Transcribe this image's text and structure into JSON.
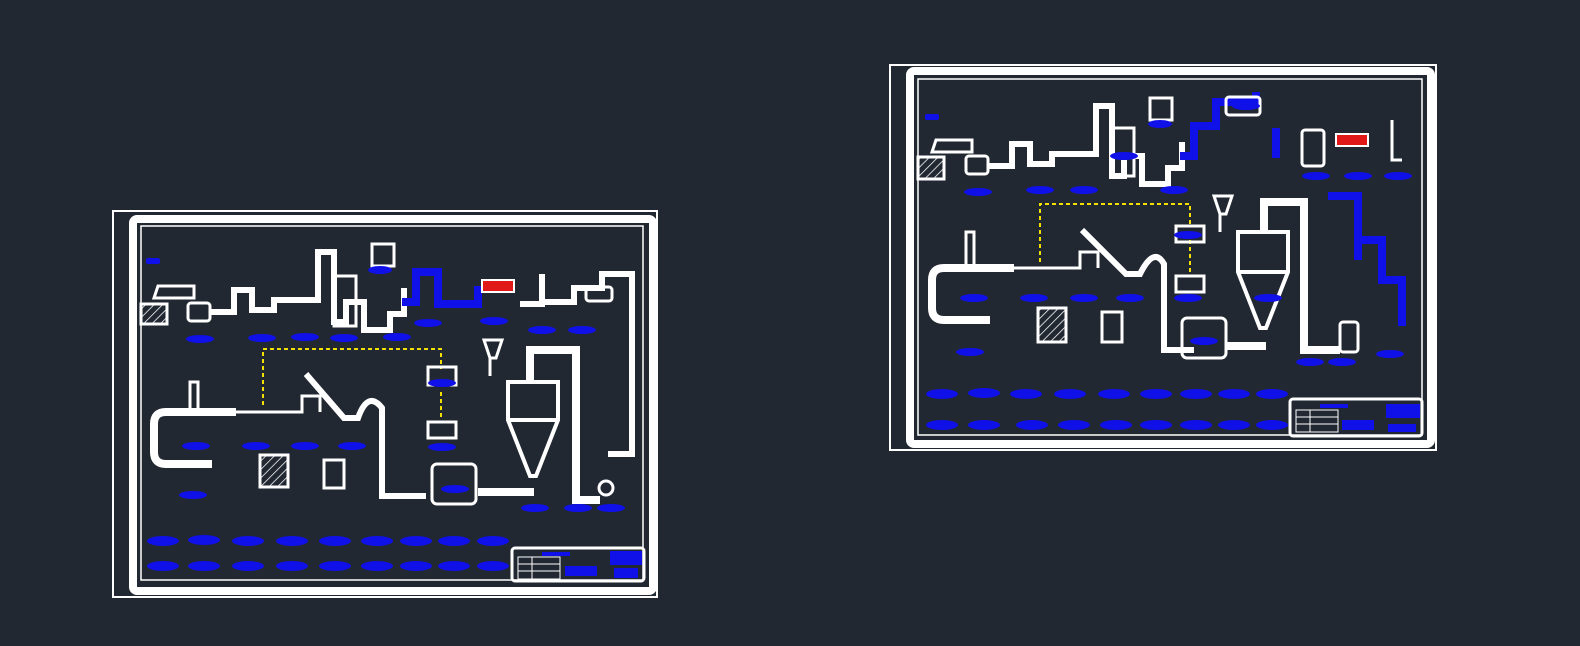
{
  "canvas": {
    "background": "#222831"
  },
  "colors": {
    "line": "#ffffff",
    "tag": "#1010e8",
    "signal": "#f4e000",
    "alarm": "#e01818",
    "hatch": "#ffffff"
  },
  "sheets": [
    {
      "id": "sheet-left",
      "tag_count": 40
    },
    {
      "id": "sheet-right",
      "tag_count": 42
    }
  ]
}
